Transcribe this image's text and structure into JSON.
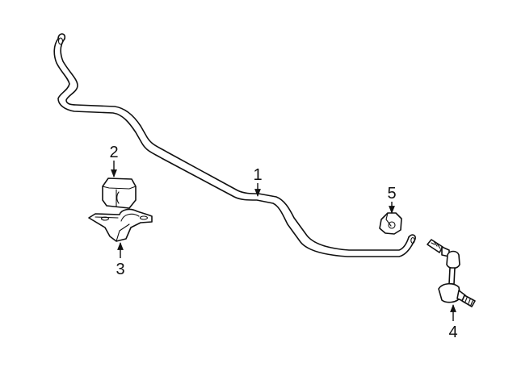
{
  "callouts": {
    "bar": "1",
    "bushing": "2",
    "bracket": "3",
    "link": "4",
    "nut": "5"
  },
  "parts": {
    "bar": "stabilizer-bar",
    "bushing": "stabilizer-bushing",
    "bracket": "bushing-bracket",
    "link": "stabilizer-link",
    "nut": "link-nut"
  }
}
